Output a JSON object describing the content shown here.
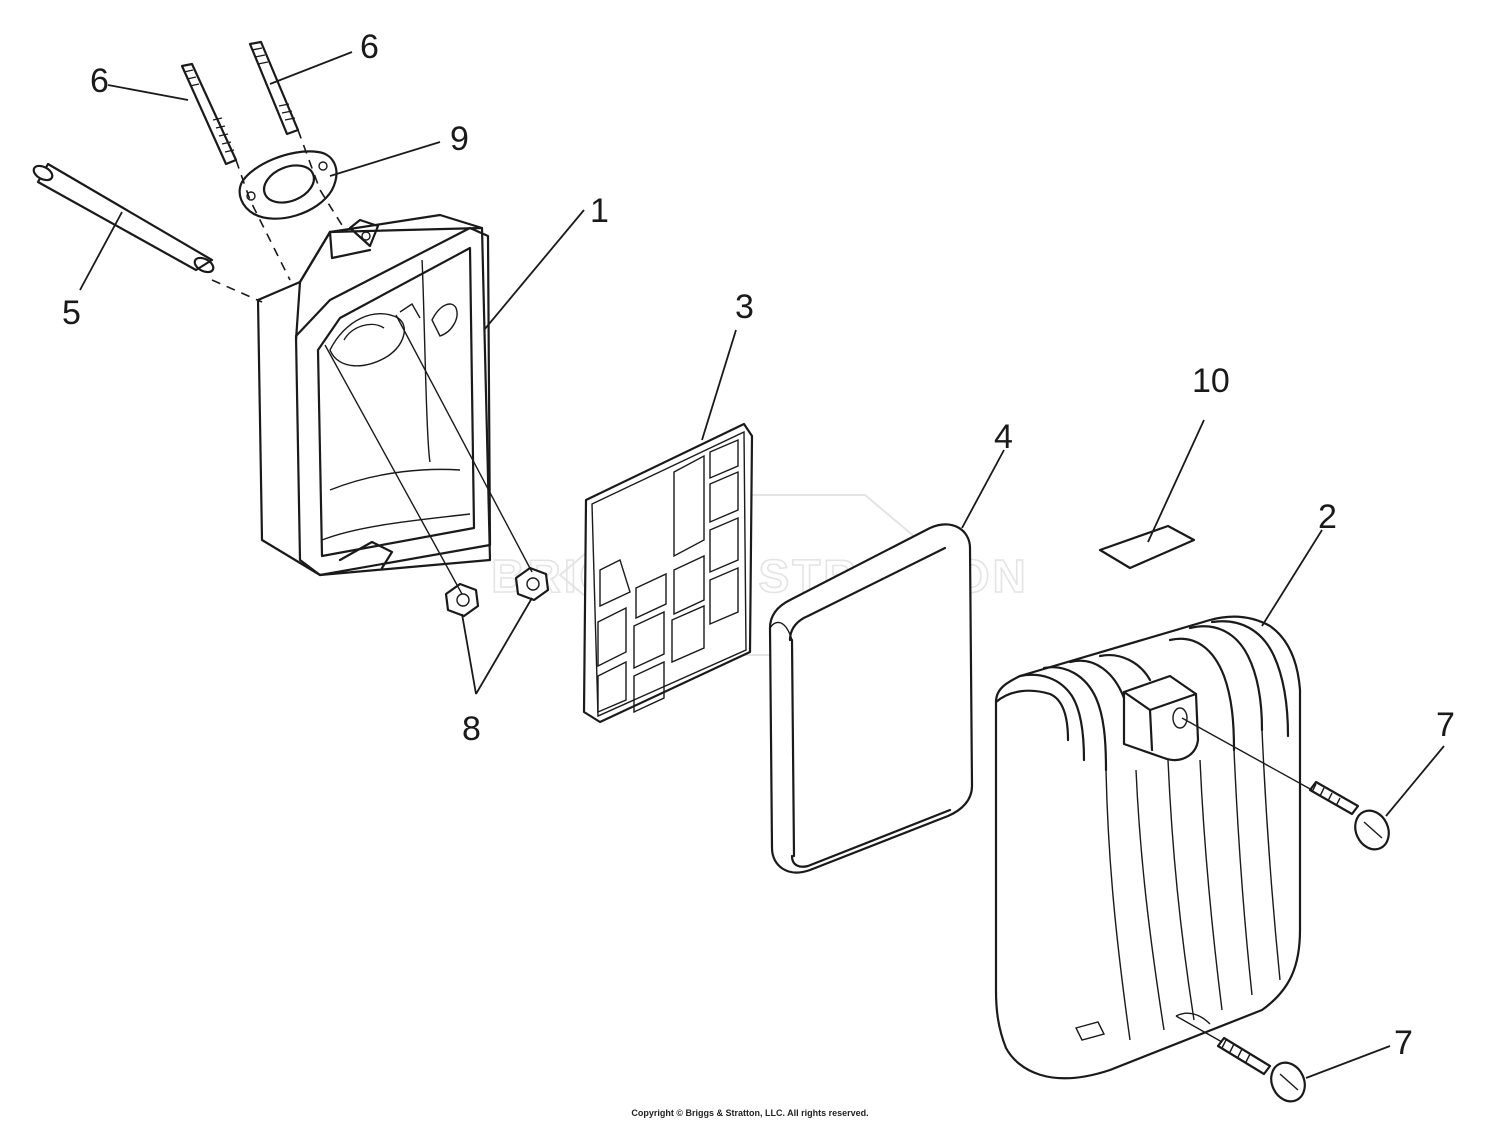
{
  "watermark": {
    "brand": "BRIGGS & STRATTON",
    "mark": "®"
  },
  "callouts": [
    "1",
    "2",
    "3",
    "4",
    "5",
    "6",
    "6",
    "7",
    "7",
    "8",
    "9",
    "10"
  ],
  "copyright": "Copyright © Briggs & Stratton, LLC. All rights reserved.",
  "colors": {
    "line": "#1a1a1a",
    "background": "#ffffff",
    "watermark": "#e4e4e4"
  }
}
